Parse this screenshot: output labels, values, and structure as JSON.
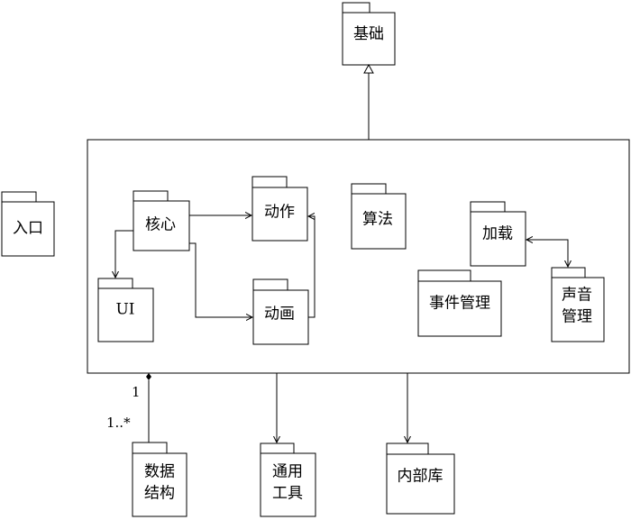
{
  "packages": {
    "jichu": "基础",
    "rukou": "入口",
    "hexin": "核心",
    "dongzuo": "动作",
    "suanfa": "算法",
    "jiazai": "加载",
    "ui": "UI",
    "donghua": "动画",
    "shijian": "事件管理",
    "shengyin_1": "声音",
    "shengyin_2": "管理",
    "shuju_1": "数据",
    "shuju_2": "结构",
    "tongyong_1": "通用",
    "tongyong_2": "工具",
    "neibuku": "内部库"
  },
  "multiplicity": {
    "one": "1",
    "many": "1..*"
  }
}
